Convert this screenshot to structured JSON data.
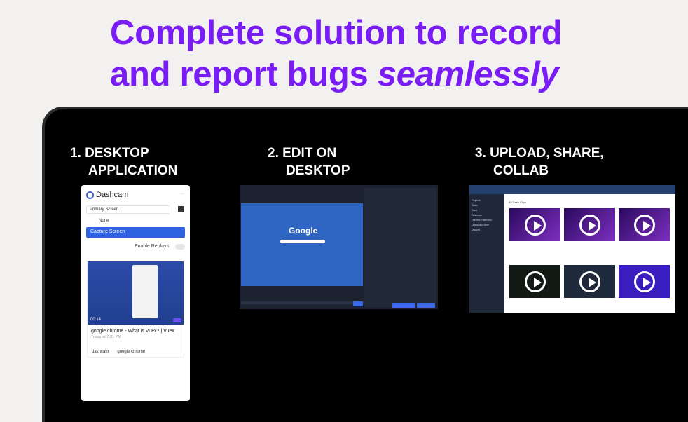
{
  "headline": {
    "line1": "Complete solution to record",
    "line2_prefix": "and report bugs ",
    "line2_emphasis": "seamlessly"
  },
  "colors": {
    "accent": "#7a1cf5",
    "background": "#f3f1ef",
    "device": "#000000"
  },
  "steps": [
    {
      "line1": "1. DESKTOP",
      "line2": "APPLICATION"
    },
    {
      "line1": "2. EDIT ON",
      "line2": "DESKTOP"
    },
    {
      "line1": "3.  UPLOAD, SHARE,",
      "line2": "COLLAB"
    }
  ],
  "desktop_app": {
    "brand": "Dashcam",
    "screen_select": "Primary Screen",
    "audio_select": "None",
    "capture_button": "Capture Screen",
    "enable_replays": "Enable Replays",
    "clip": {
      "duration": "00:14",
      "title": "google chrome - What is Vuex? | Vuex",
      "time": "Today at 7:31 PM",
      "tags": [
        "dashcam",
        "google chrome"
      ]
    }
  },
  "editor": {
    "page_logo": "Google"
  },
  "web_app": {
    "section_title": "All Dash Clips",
    "nav": [
      "Projects",
      "Team",
      "Docs",
      "Dashcam",
      "Chrome Extension",
      "Download Store",
      "Discord"
    ]
  }
}
